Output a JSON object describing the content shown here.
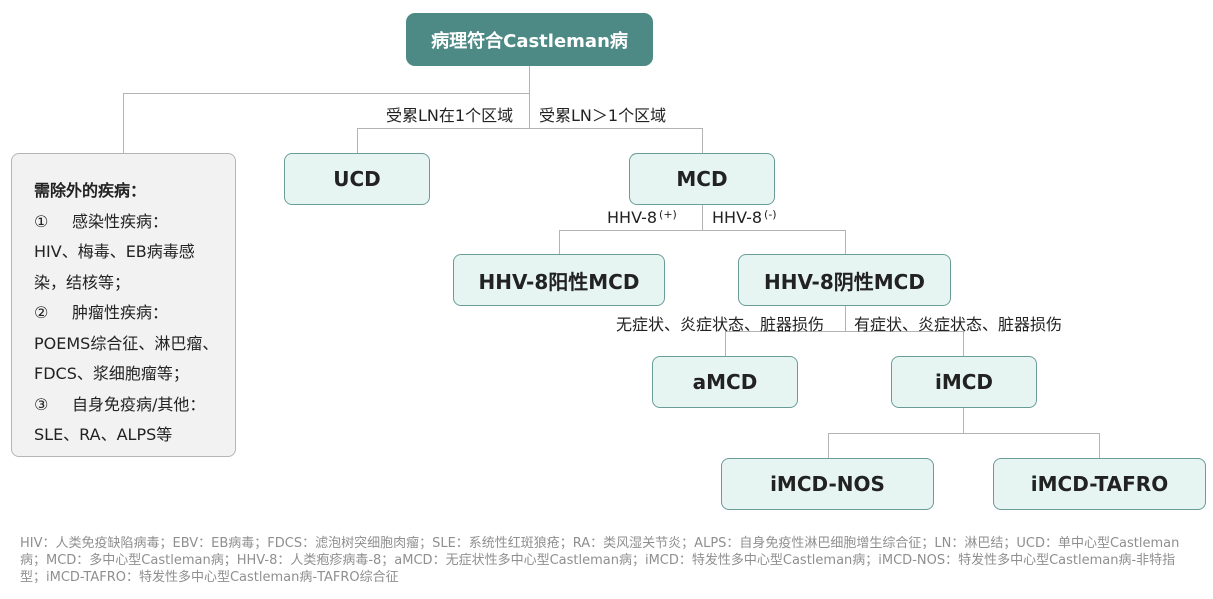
{
  "nodes": {
    "root": "病理符合Castleman病",
    "ucd": "UCD",
    "mcd": "MCD",
    "hhv8_pos_mcd": "HHV-8阳性MCD",
    "hhv8_neg_mcd": "HHV-8阴性MCD",
    "amcd": "aMCD",
    "imcd": "iMCD",
    "imcd_nos": "iMCD-NOS",
    "imcd_tafro": "iMCD-TAFRO"
  },
  "edge_labels": {
    "ln_one": "受累LN在1个区域",
    "ln_multi": "受累LN＞1个区域",
    "hhv8_pos": "HHV-8",
    "hhv8_pos_sup": "(+)",
    "hhv8_neg": "HHV-8",
    "hhv8_neg_sup": "(-)",
    "no_symptom": "无症状、炎症状态、脏器损伤",
    "symptom": "有症状、炎症状态、脏器损伤"
  },
  "exclusion": {
    "title": "需除外的疾病：",
    "categories": [
      {
        "num": "①",
        "name": "感染性疾病：",
        "items": [
          "HIV、梅毒、EB病毒感",
          "染，结核等；"
        ]
      },
      {
        "num": "②",
        "name": "肿瘤性疾病：",
        "items": [
          "POEMS综合征、淋巴瘤、",
          "FDCS、浆细胞瘤等；"
        ]
      },
      {
        "num": "③",
        "name": "自身免疫病/其他：",
        "items": [
          "SLE、RA、ALPS等"
        ]
      }
    ]
  },
  "footnote": "HIV：人类免疫缺陷病毒；EBV：EB病毒；FDCS：滤泡树突细胞肉瘤；SLE：系统性红斑狼疮；RA：类风湿关节炎；ALPS：自身免疫性淋巴细胞增生综合征；LN：淋巴结；UCD：单中心型Castleman病；MCD：多中心型Castleman病；HHV-8：人类疱疹病毒-8；aMCD：无症状性多中心型Castleman病；iMCD：特发性多中心型Castleman病；iMCD-NOS：特发性多中心型Castleman病-非特指型；iMCD-TAFRO：特发性多中心型Castleman病-TAFRO综合征",
  "colors": {
    "root_fill": "#4e8a85",
    "node_fill": "#e6f5f2",
    "node_border": "#6b9d98",
    "exclusion_fill": "#f2f2f2",
    "line": "#b3b3b3",
    "footnote_text": "#8f8f8f"
  }
}
